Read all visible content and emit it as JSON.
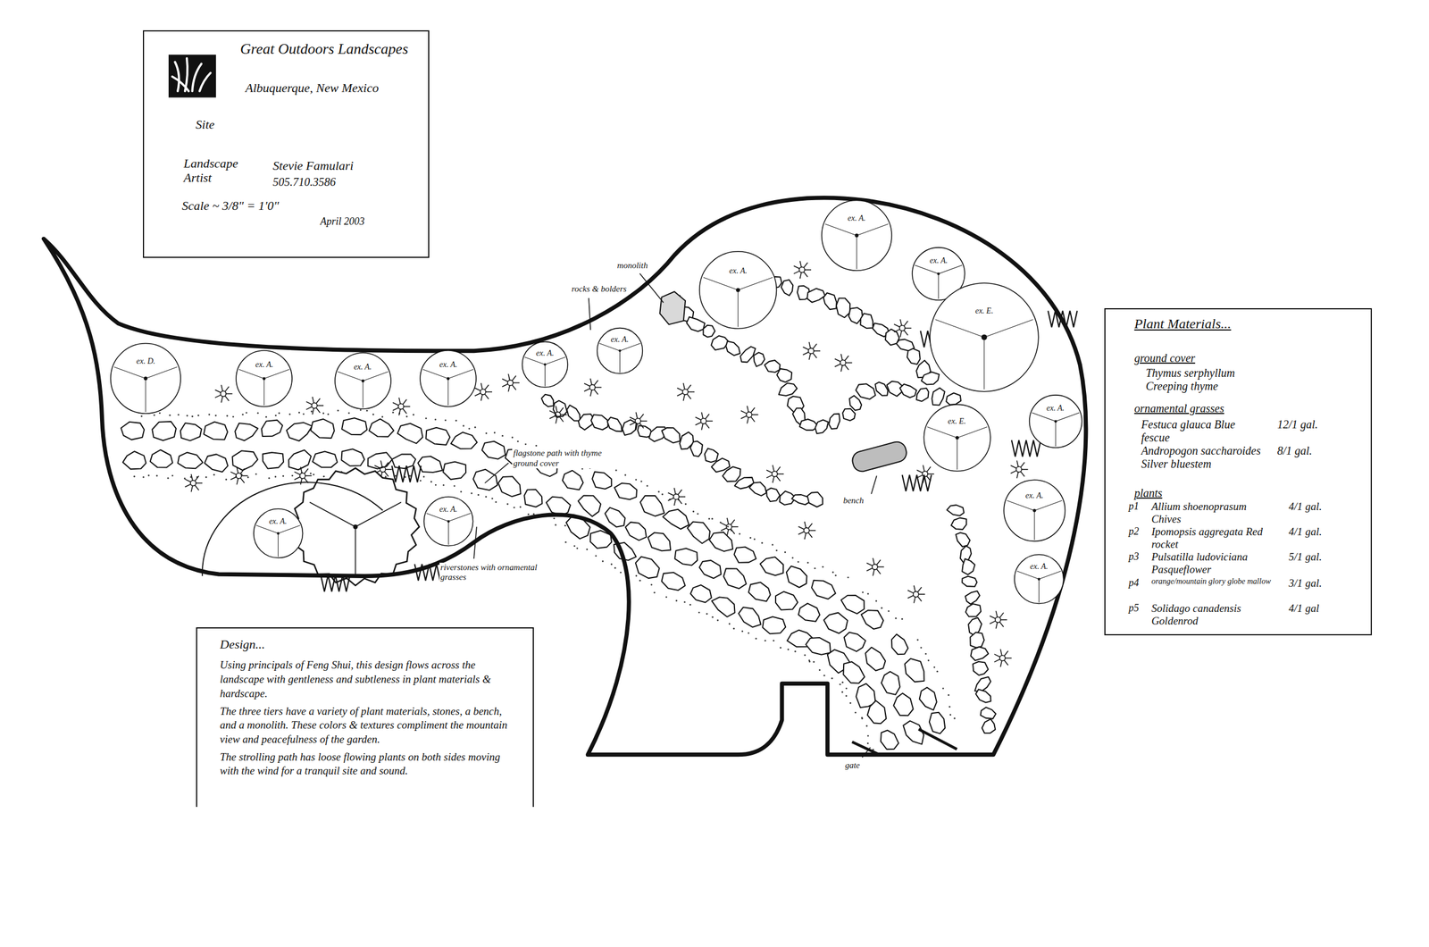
{
  "diagram": {
    "nodes": [
      {
        "text": [
          "Great Outdoors Landscapes",
          "Albuquerque, New Mexico",
          "Site",
          "Landscape Artist",
          "Stevie Famulari",
          "505.710.3586",
          "Scale ~ 3/8\" = 1'0\"",
          "April 2003"
        ]
      },
      {
        "text": [
          "ex. D."
        ]
      },
      {
        "text": [
          "ex. A."
        ]
      },
      {
        "text": [
          "ex. A."
        ]
      },
      {
        "text": [
          "ex. A."
        ]
      },
      {
        "text": [
          "ex. A."
        ]
      },
      {
        "text": [
          "ex. A."
        ]
      },
      {
        "text": [
          "ex. A."
        ]
      },
      {
        "text": [
          "ex. A."
        ]
      },
      {
        "text": [
          "ex. A."
        ]
      },
      {
        "text": [
          "ex. E."
        ]
      },
      {
        "text": [
          "ex. E."
        ]
      },
      {
        "text": [
          "ex. A."
        ]
      },
      {
        "text": [
          "ex. A."
        ]
      },
      {
        "text": [
          "ex. A."
        ]
      },
      {
        "text": [
          "ex. A."
        ]
      },
      {
        "text": [
          "ex. A."
        ]
      },
      {
        "text": [
          "Plant Materials...",
          "ground cover",
          "Thymus serphyllum Creeping thyme",
          "ornamental grasses",
          "Festuca glauca Blue fescue",
          "12/1 gal.",
          "Andropogon saccharoides Silver bluestem",
          "8/1 gal.",
          "plants",
          "p1",
          "Allium shoenoprasum Chives",
          "4/1 gal.",
          "p2",
          "Ipomopsis aggregata Red rocket",
          "4/1 gal.",
          "p3",
          "Pulsatilla ludoviciana Pasqueflower",
          "5/1 gal.",
          "p4",
          "orange/mountain glory globe mallow",
          "3/1 gal.",
          "p5",
          "Solidago canadensis Goldenrod",
          "4/1 gal"
        ]
      },
      {
        "text": [
          "Design...",
          "Using principals of Feng Shui, this design flows across the landscape with gentleness and subtleness in plant materials & hardscape.",
          "The three tiers have a variety of plant materials, stones, a bench, and a monolith. These colors & textures compliment the mountain view and peacefulness of the garden.",
          "The strolling path has loose flowing plants on both sides moving with the wind for a tranquil site and sound."
        ]
      }
    ],
    "labels": [
      "monolith",
      "rocks & bolders",
      "flagstone path with thyme ground cover",
      "riverstones with ornamental grasses",
      "bench",
      "gate"
    ]
  }
}
